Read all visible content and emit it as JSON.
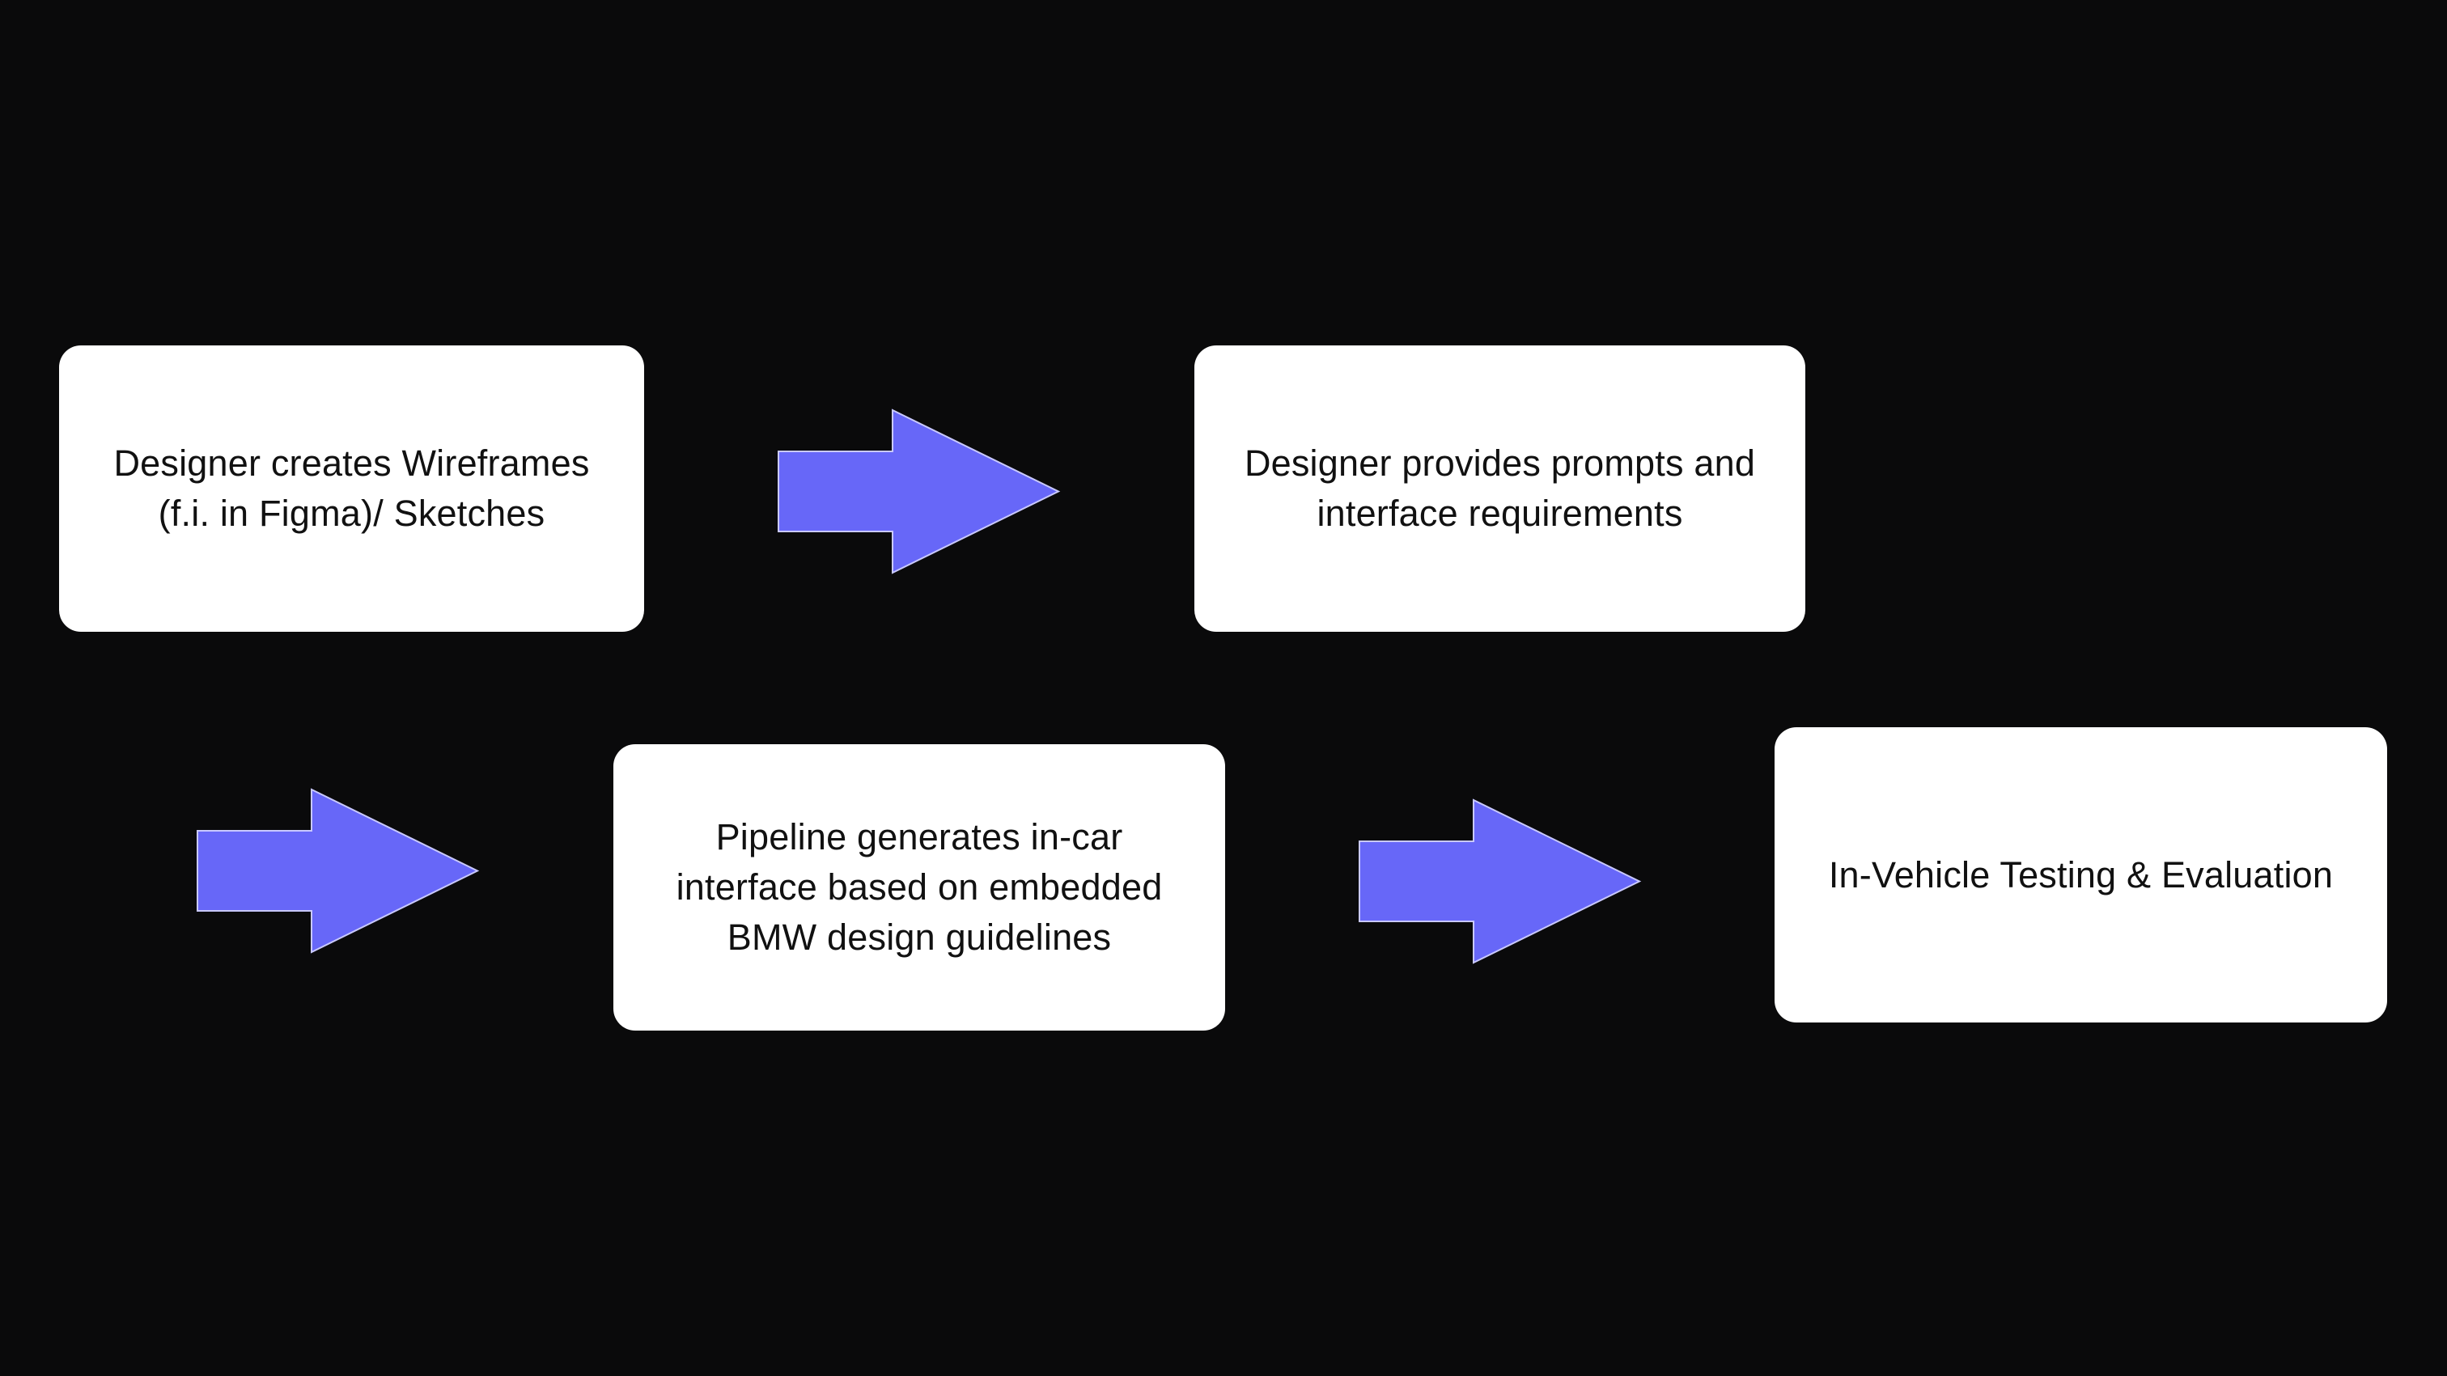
{
  "colors": {
    "background": "#0a0a0b",
    "box_fill": "#ffffff",
    "text": "#111111",
    "arrow_fill": "#6767f8",
    "arrow_stroke": "#c9c9ff"
  },
  "flow": {
    "steps": [
      {
        "text": "Designer creates Wireframes\n(f.i. in Figma)/ Sketches"
      },
      {
        "text": "Designer provides prompts and\ninterface requirements"
      },
      {
        "text": "Pipeline generates in-car\ninterface  based on embedded\nBMW design guidelines"
      },
      {
        "text": "In-Vehicle Testing & Evaluation"
      }
    ],
    "arrows": [
      {
        "icon": "arrow-right-icon"
      },
      {
        "icon": "arrow-right-icon"
      },
      {
        "icon": "arrow-right-icon"
      }
    ]
  }
}
